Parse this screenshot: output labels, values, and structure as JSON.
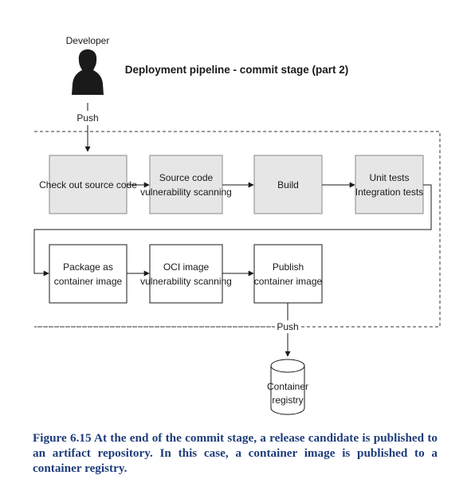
{
  "title": "Deployment pipeline - commit stage (part 2)",
  "actor": {
    "label": "Developer",
    "icon": "person-silhouette-icon"
  },
  "labels": {
    "push_top": "Push",
    "push_bottom": "Push"
  },
  "steps": [
    {
      "id": "checkout",
      "lines": [
        "Check out source code"
      ],
      "style": "shaded"
    },
    {
      "id": "source-scan",
      "lines": [
        "Source code",
        "vulnerability scanning"
      ],
      "style": "shaded"
    },
    {
      "id": "build",
      "lines": [
        "Build"
      ],
      "style": "shaded"
    },
    {
      "id": "tests",
      "lines": [
        "Unit tests",
        "Integration tests"
      ],
      "style": "shaded"
    },
    {
      "id": "package",
      "lines": [
        "Package as",
        "container image"
      ],
      "style": "white"
    },
    {
      "id": "oci-scan",
      "lines": [
        "OCI image",
        "vulnerability scanning"
      ],
      "style": "white"
    },
    {
      "id": "publish",
      "lines": [
        "Publish",
        "container image"
      ],
      "style": "white"
    }
  ],
  "registry": {
    "lines": [
      "Container",
      "registry"
    ],
    "icon": "database-cylinder-icon"
  },
  "caption": "Figure 6.15 At the end of the commit stage, a release candidate is published to an artifact repository. In this case, a container image is published to a container registry.",
  "colors": {
    "shaded_fill": "#e6e6e6",
    "white_fill": "#ffffff",
    "stroke": "#1a1a1a",
    "caption": "#1f3d7a"
  }
}
